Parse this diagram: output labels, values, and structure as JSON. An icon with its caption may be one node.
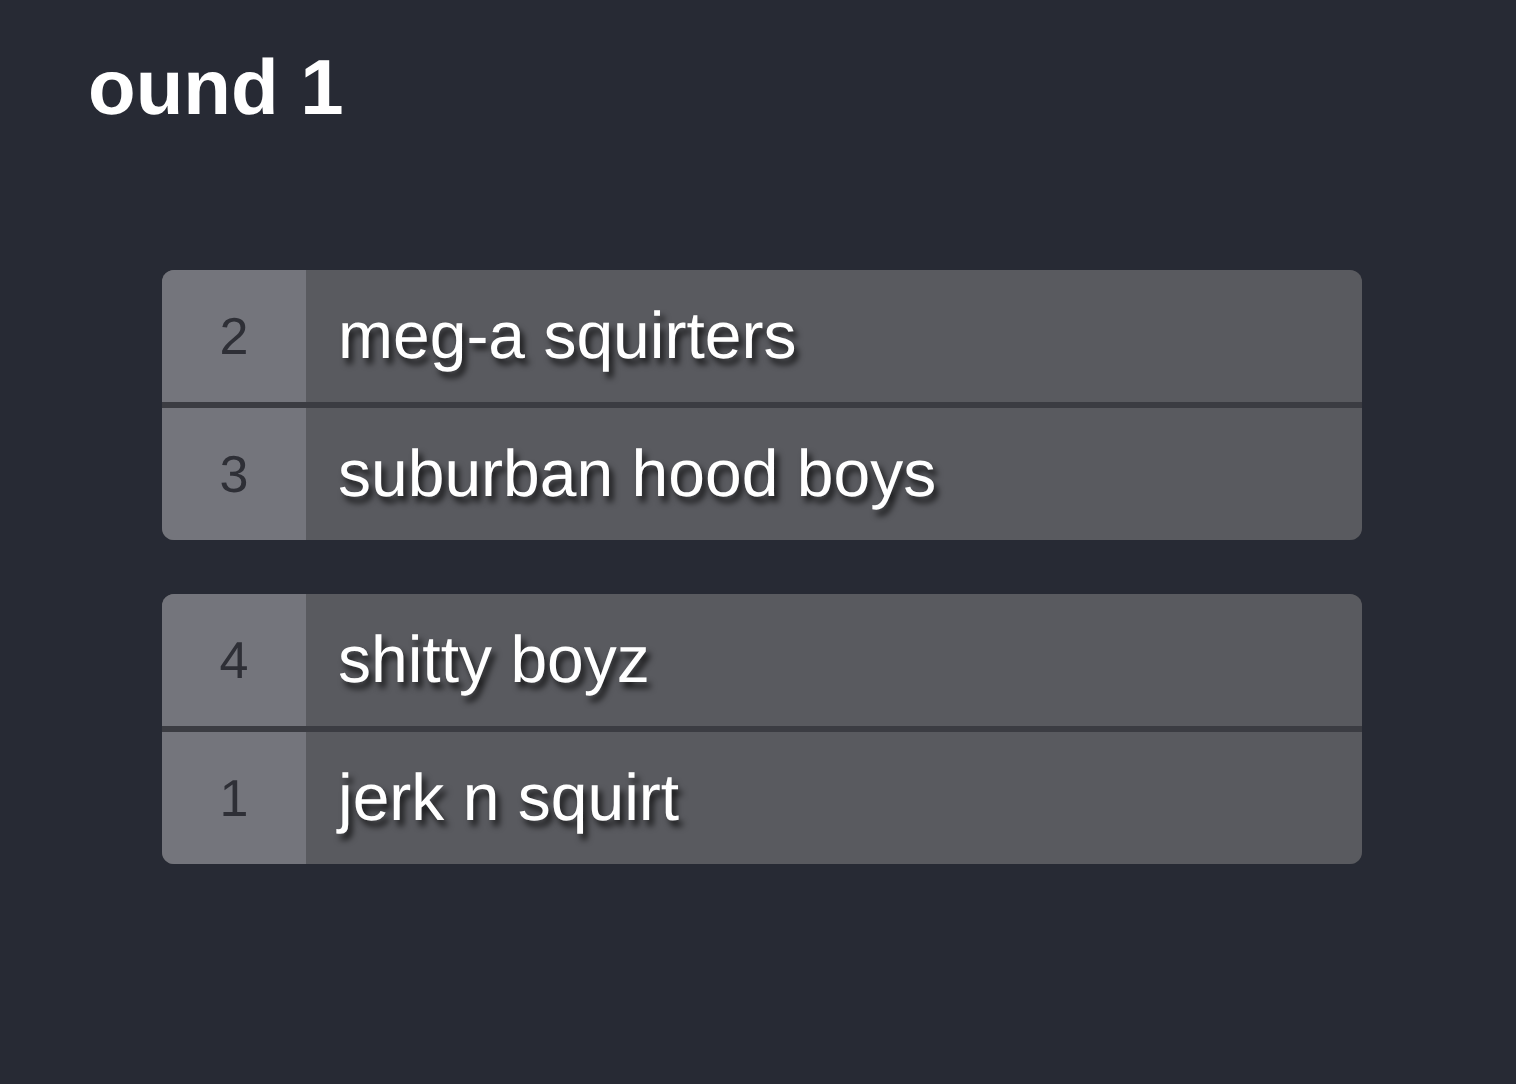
{
  "diagram": {
    "title": "ound 1",
    "nodes": [
      {
        "text": [],
        "shape": "box"
      },
      {
        "text": [
          "2",
          "meg-a squirters"
        ],
        "in": 0
      },
      {
        "text": [
          "3",
          "suburban hood boys"
        ],
        "in": 0
      },
      {
        "text": [],
        "shape": "box"
      },
      {
        "text": [
          "4",
          "shitty boyz"
        ],
        "in": 3
      },
      {
        "text": [
          "1",
          "jerk n squirt"
        ],
        "in": 3
      }
    ],
    "edges": []
  }
}
